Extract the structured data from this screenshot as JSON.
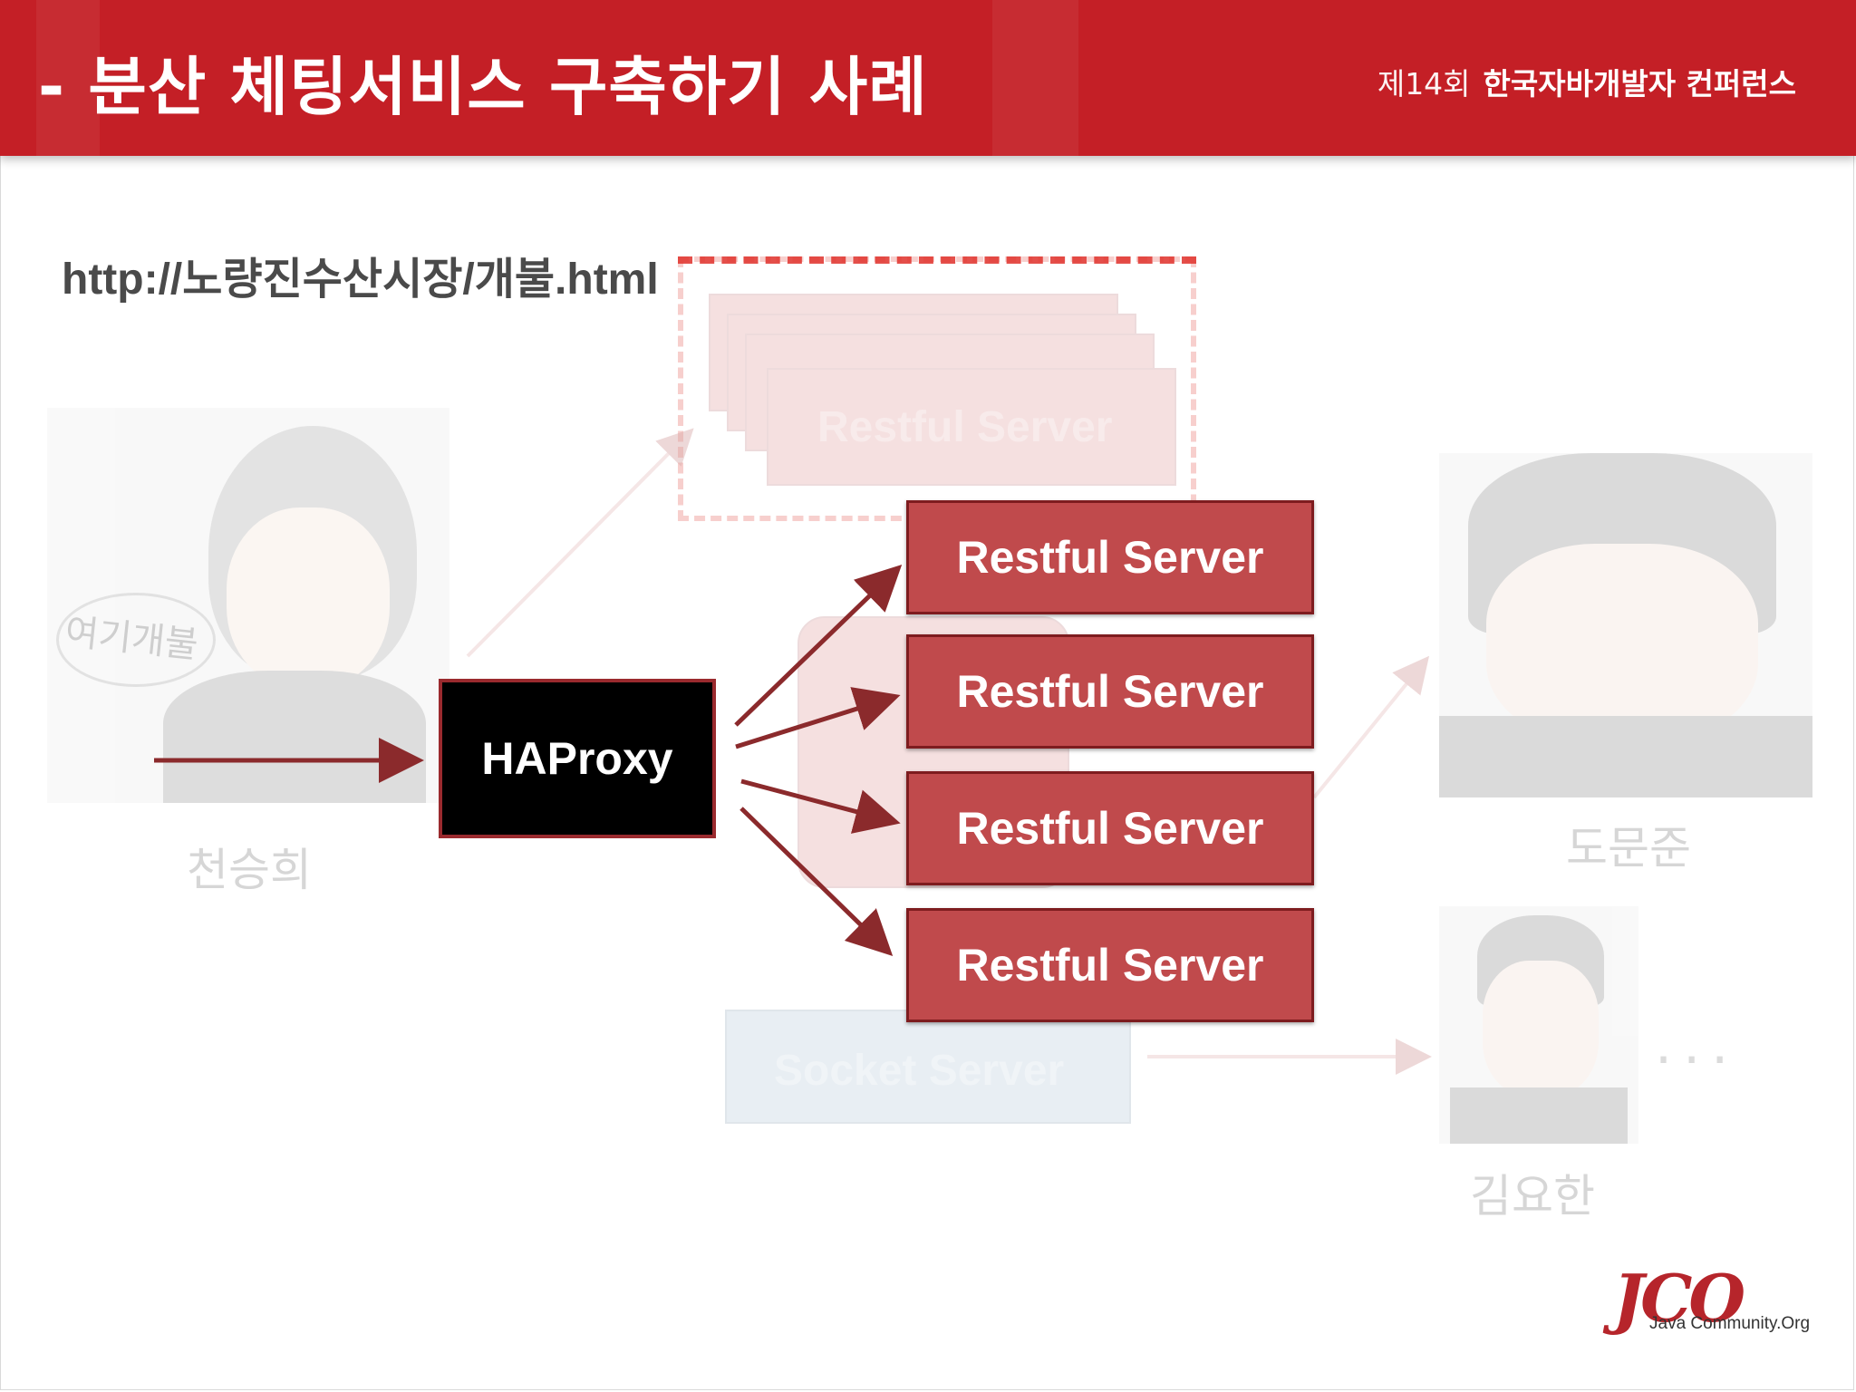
{
  "header": {
    "title": "-  분산 체팅서비스 구축하기 사례",
    "conference_number": "제14회",
    "conference_name": "한국자바개발자 컨퍼런스"
  },
  "url_text": "http://노량진수산시장/개불.html",
  "people": {
    "left": {
      "name": "천승희",
      "bubble": "여기개불"
    },
    "right_top": {
      "name": "도문준"
    },
    "right_bottom": {
      "name": "김요한",
      "more": "..."
    }
  },
  "ghost": {
    "restful_label": "Restful Server",
    "socket_label": "Socket Server"
  },
  "proxy": {
    "label": "HAProxy"
  },
  "servers": [
    {
      "label": "Restful Server"
    },
    {
      "label": "Restful Server"
    },
    {
      "label": "Restful Server"
    },
    {
      "label": "Restful Server"
    }
  ],
  "logo": {
    "mark": "JCO",
    "text": "Java Community.Org"
  },
  "colors": {
    "header": "#c41f26",
    "server": "#c04a4c",
    "arrow": "#8b2a2c",
    "proxy": "#000000"
  }
}
